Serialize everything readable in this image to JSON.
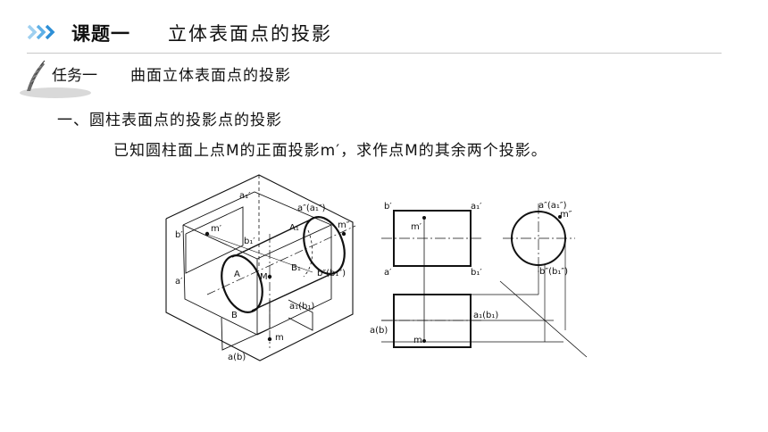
{
  "header": {
    "course_code": "课题一",
    "course_title": "立体表面点的投影"
  },
  "task": {
    "code": "任务一",
    "title": "曲面立体表面点的投影"
  },
  "section": {
    "heading": "一、圆柱表面点的投影点的投影"
  },
  "problem": {
    "text": "已知圆柱面上点M的正面投影m′，求作点M的其余两个投影。"
  },
  "figure_iso": {
    "labels": {
      "a1p": "a₁′",
      "m_prime": "m′",
      "b_prime": "b′",
      "b1p": "b₁′",
      "a_prime": "a′",
      "a2_a1": "a″(a₁″)",
      "m2": "m″",
      "A1": "A₁",
      "B1": "B₁",
      "b2_b1": "b″(b₁″)",
      "A": "A",
      "M": "M",
      "B": "B",
      "a1_b1": "a₁(b₁)",
      "m": "m",
      "a_b": "a(b)"
    }
  },
  "figure_ortho": {
    "labels": {
      "b_prime": "b′",
      "a1p": "a₁′",
      "m_prime": "m′",
      "a_prime": "a′",
      "b1p": "b₁′",
      "a2_a1": "a″(a₁″)",
      "m2": "m″",
      "b2_b1": "b″(b₁″)",
      "a1_b1": "a₁(b₁)",
      "a_b": "a(b)",
      "m": "m"
    }
  },
  "colors": {
    "accent_blue": "#2e8fd6",
    "accent_light": "#9fd0f0",
    "rule": "#c8c8c8",
    "text": "#111111"
  },
  "icons": [
    "double-chevron-icon",
    "quill-pen-icon"
  ]
}
